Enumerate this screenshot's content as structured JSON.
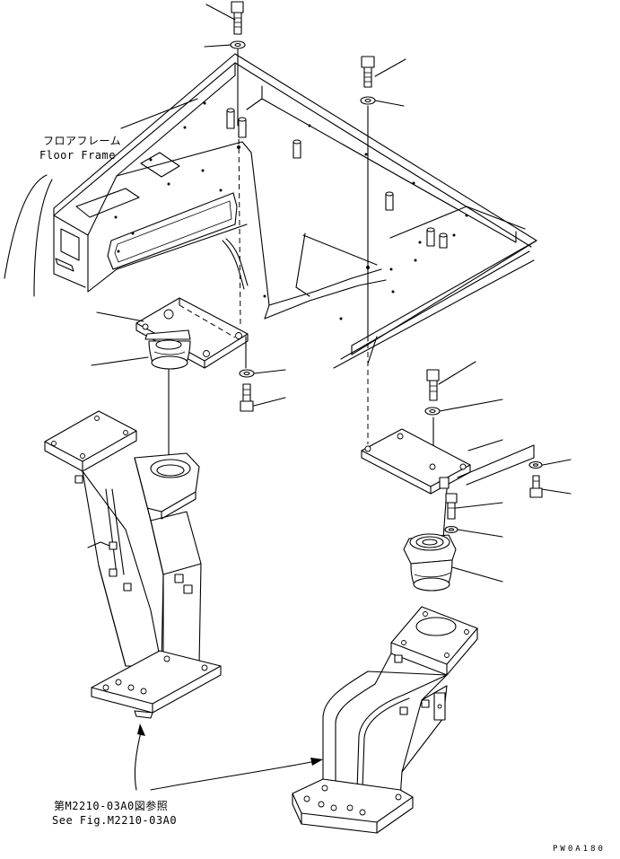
{
  "labels": {
    "floor_frame_jp": "フロアフレーム",
    "floor_frame_en": "Floor Frame",
    "ref_jp": "第M2210-03A0図参照",
    "ref_en": "See Fig.M2210-03A0",
    "drawing_code": "PW0A180"
  }
}
